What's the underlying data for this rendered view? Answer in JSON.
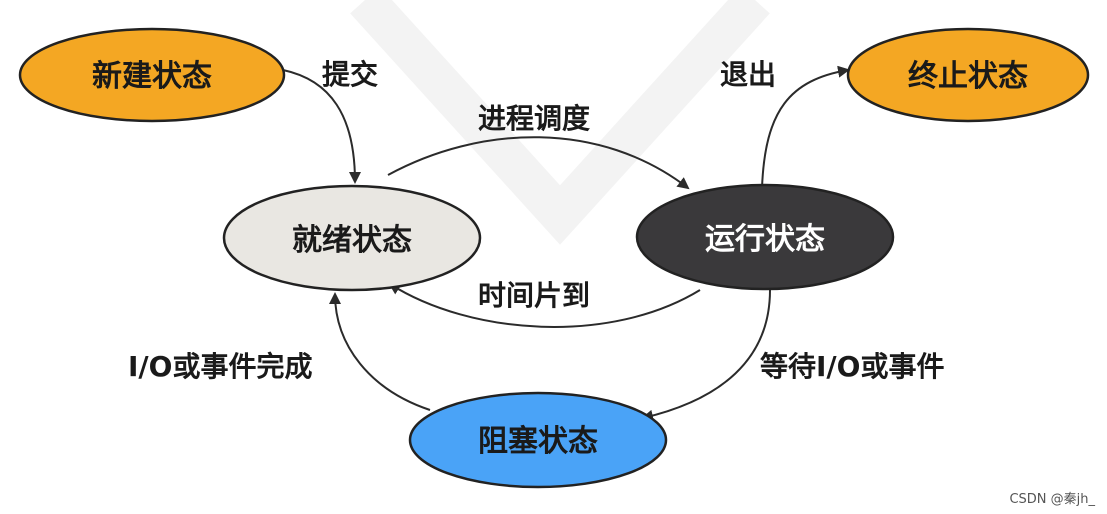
{
  "states": {
    "new": {
      "label": "新建状态",
      "fill": "#f4a723",
      "text_color": "#1a1a1a"
    },
    "ready": {
      "label": "就绪状态",
      "fill": "#e9e7e2",
      "text_color": "#1a1a1a"
    },
    "running": {
      "label": "运行状态",
      "fill": "#3a393b",
      "text_color": "#ffffff"
    },
    "terminated": {
      "label": "终止状态",
      "fill": "#f4a723",
      "text_color": "#1a1a1a"
    },
    "blocked": {
      "label": "阻塞状态",
      "fill": "#4aa3f7",
      "text_color": "#1a1a1a"
    }
  },
  "transitions": {
    "submit": "提交",
    "schedule": "进程调度",
    "timeslice": "时间片到",
    "exit": "退出",
    "wait_io": "等待I/O或事件",
    "io_done": "I/O或事件完成"
  },
  "watermark": "CSDN @秦jh_"
}
